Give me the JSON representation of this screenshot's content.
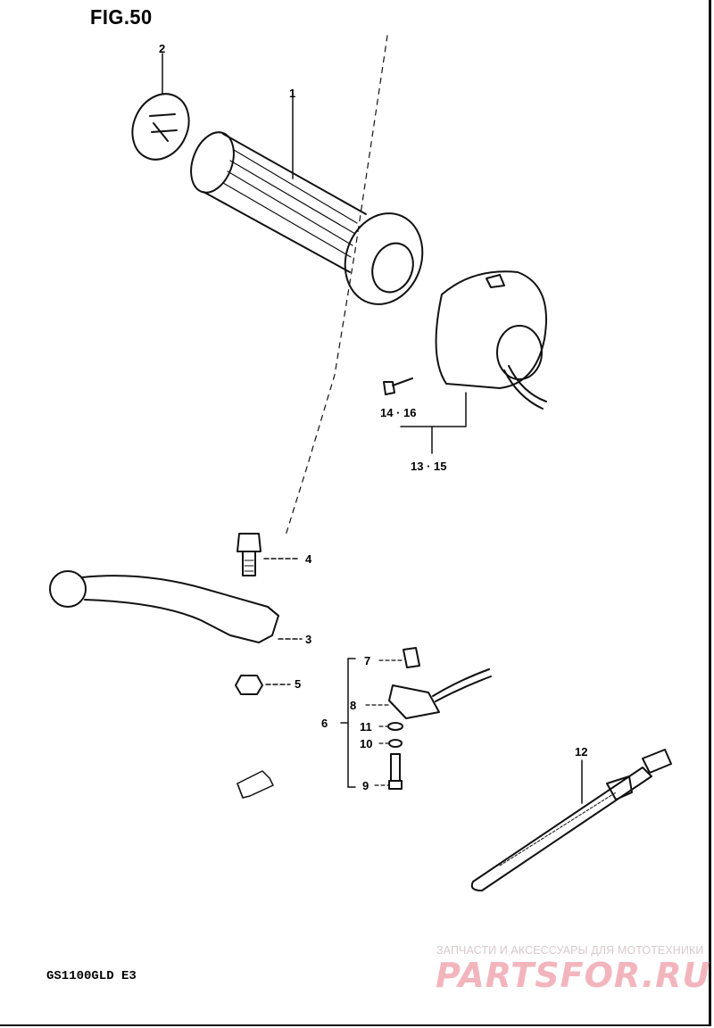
{
  "figure": {
    "title": "FIG.50",
    "model": "GS1100GLD E3"
  },
  "callouts": {
    "c1": "1",
    "c2": "2",
    "c3": "3",
    "c4": "4",
    "c5": "5",
    "c6": "6",
    "c7": "7",
    "c8": "8",
    "c9": "9",
    "c10": "10",
    "c11": "11",
    "c12": "12",
    "c14_16": "14 · 16",
    "c13_15": "13 · 15"
  },
  "watermark": {
    "tagline": "ЗАПЧАСТИ И АКСЕССУАРЫ ДЛЯ МОТОТЕХНИКИ",
    "brand": "PARTSFOR.RU"
  },
  "colors": {
    "ink": "#111111",
    "paper": "#ffffff",
    "watermark": "#f3b5bd"
  }
}
